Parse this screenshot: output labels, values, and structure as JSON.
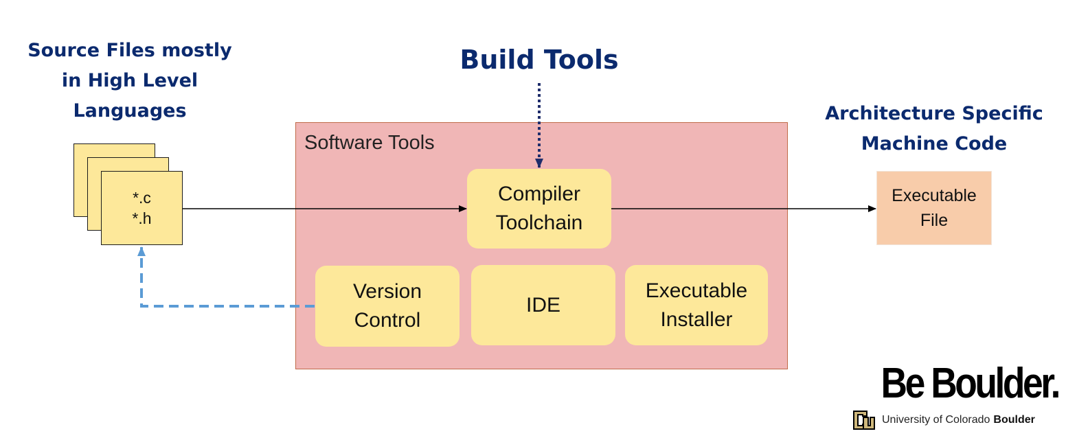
{
  "titles": {
    "source": [
      "Source Files mostly",
      "in High Level",
      "Languages"
    ],
    "build": "Build Tools",
    "arch": [
      "Architecture Specific",
      "Machine Code"
    ]
  },
  "source_files": {
    "lines": [
      "*.c",
      "*.h"
    ]
  },
  "software_tools": {
    "label": "Software Tools",
    "compiler": [
      "Compiler",
      "Toolchain"
    ],
    "version_control": [
      "Version",
      "Control"
    ],
    "ide": "IDE",
    "installer": [
      "Executable",
      "Installer"
    ]
  },
  "output": {
    "lines": [
      "Executable",
      "File"
    ]
  },
  "logo": {
    "wordmark": "Be Boulder.",
    "university": "University of Colorado",
    "university_bold": "Boulder"
  },
  "colors": {
    "heading": "#0b2a6e",
    "tool_fill": "#fde89a",
    "software_box": "#f0b6b6",
    "exe_fill": "#f8ccaa",
    "dashed_arrow": "#5b9bd5",
    "dotted_arrow": "#1f2d6b"
  }
}
